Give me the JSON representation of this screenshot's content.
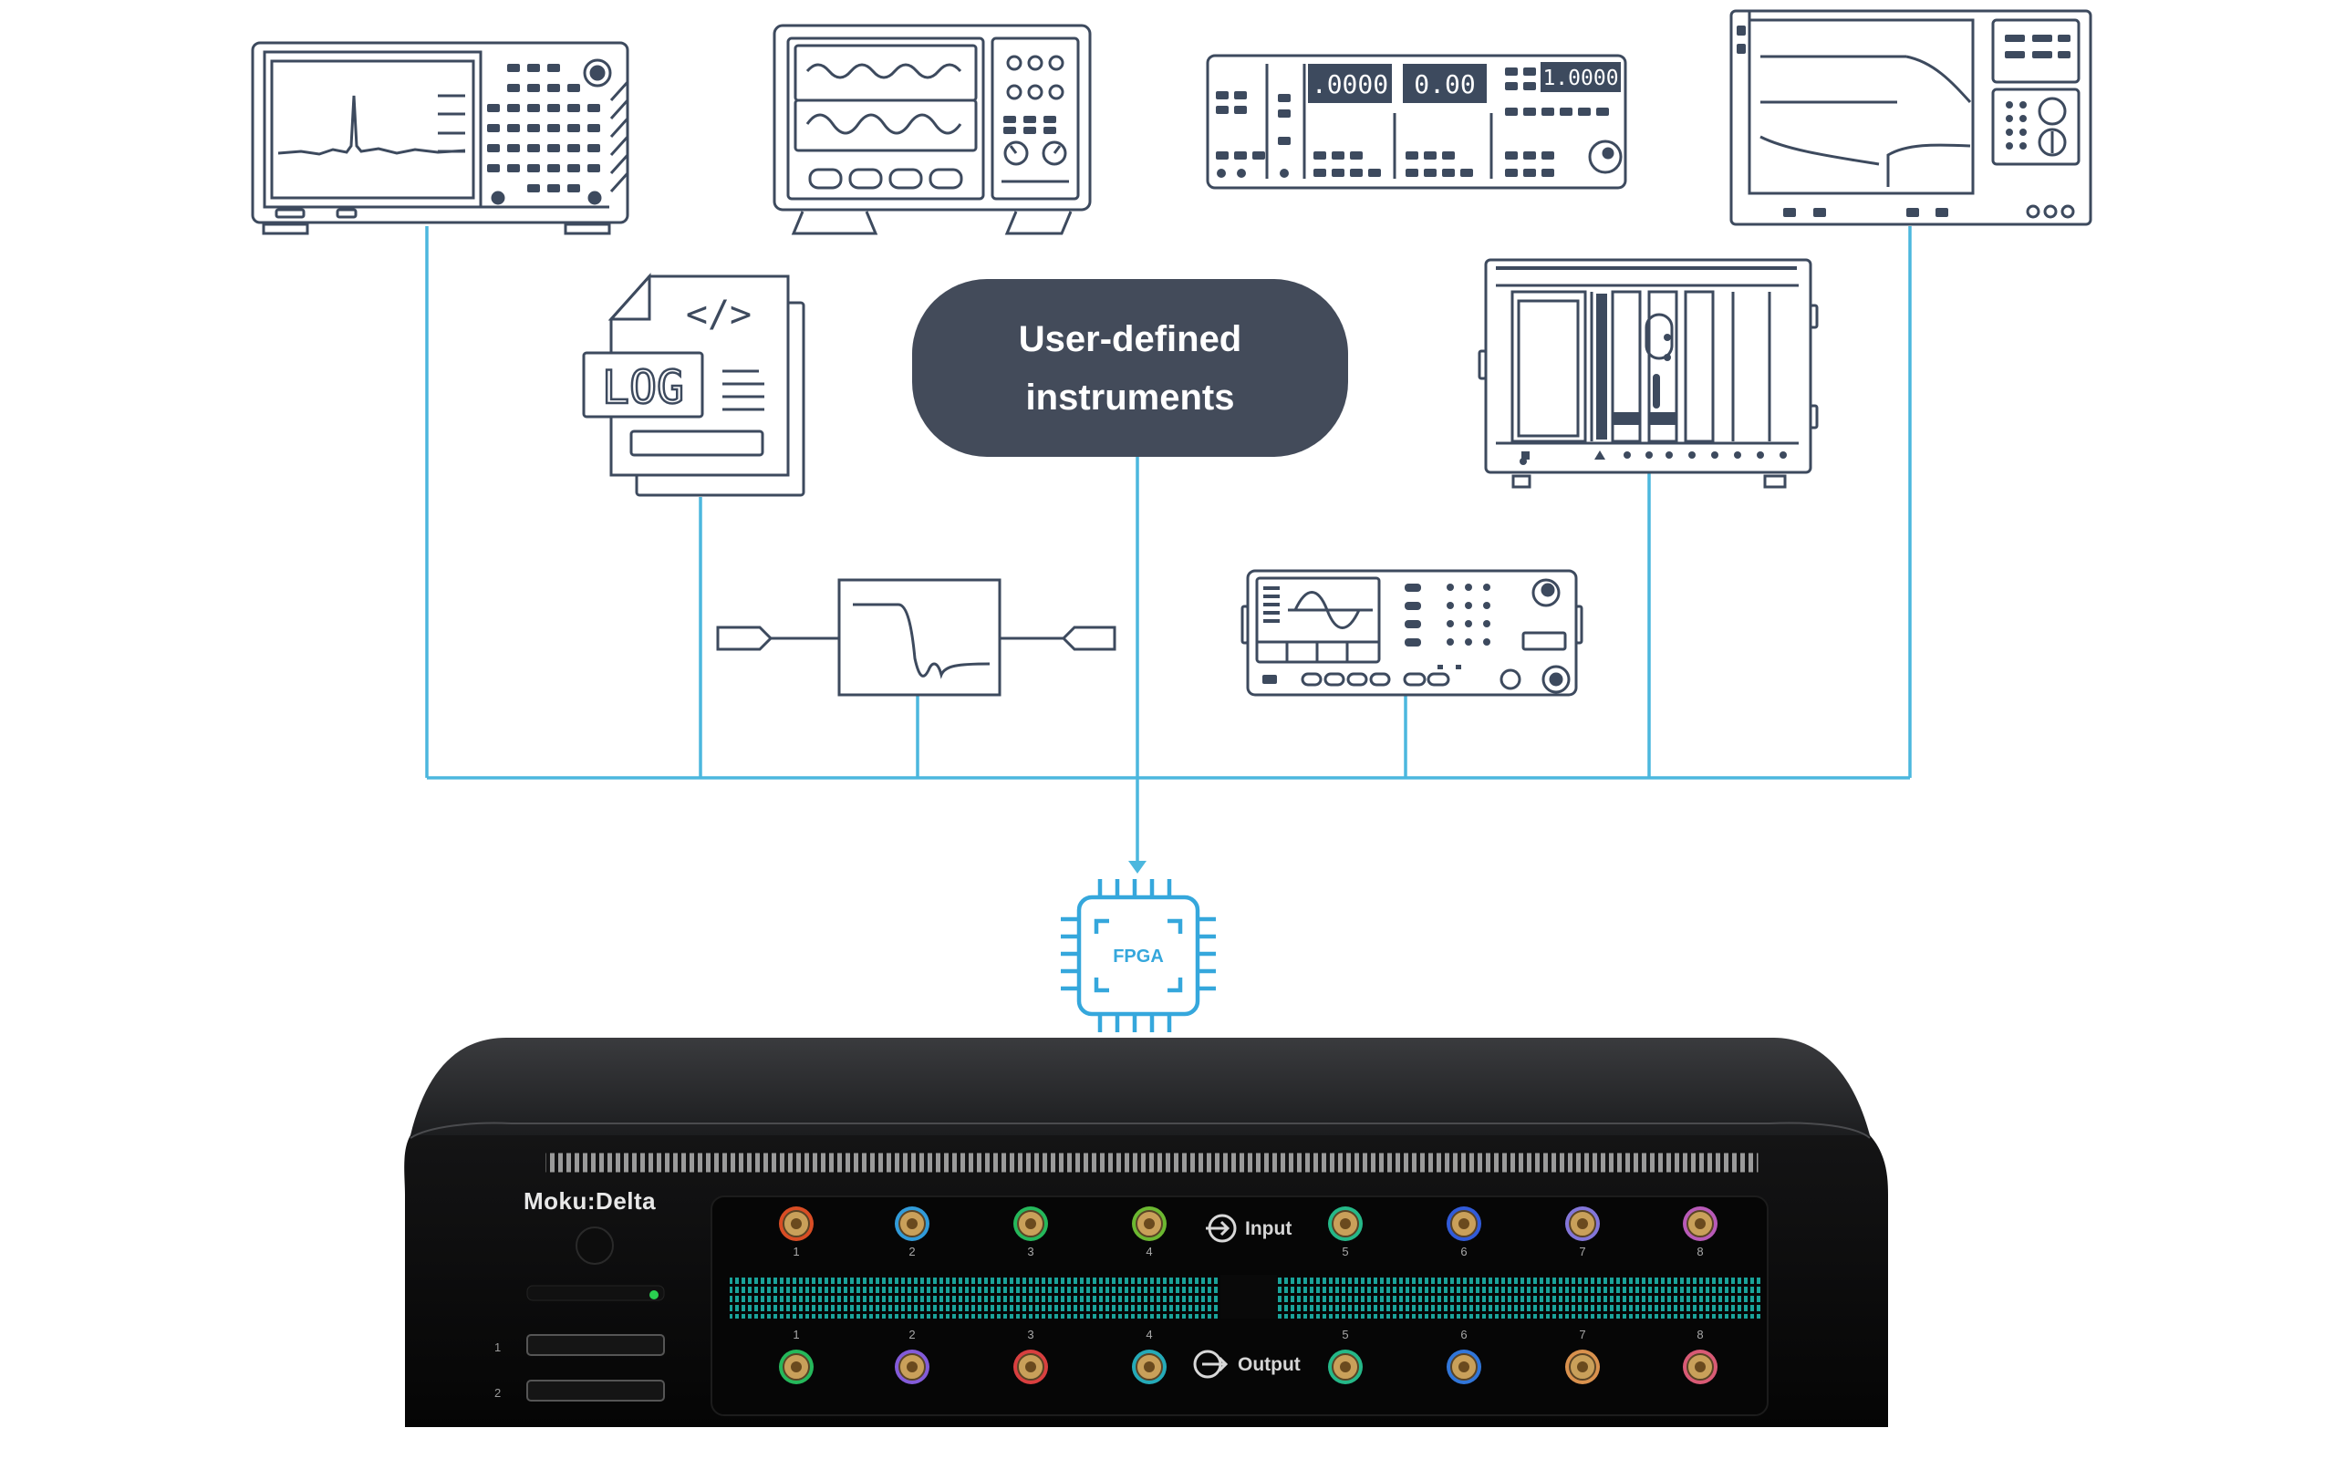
{
  "callout": {
    "line1": "User-defined",
    "line2": "instruments"
  },
  "chip": {
    "label": "FPGA"
  },
  "device": {
    "name": "Moku:Delta",
    "input_label": "Input",
    "output_label": "Output",
    "port_numbers": [
      "1",
      "2",
      "3",
      "4",
      "5",
      "6",
      "7",
      "8"
    ],
    "drive_numbers": [
      "1",
      "2"
    ]
  },
  "instruments": {
    "log_label": "LOG",
    "code_glyph": "</>",
    "power_supply_displays": [
      ".0000",
      "0.00",
      "1.0000"
    ]
  },
  "colors": {
    "connector_line": "#4cb7de",
    "outline": "#3d4a5e",
    "callout_fill": "#434b5a",
    "chip": "#35a7dc",
    "device_body": "#0b0b0c"
  }
}
